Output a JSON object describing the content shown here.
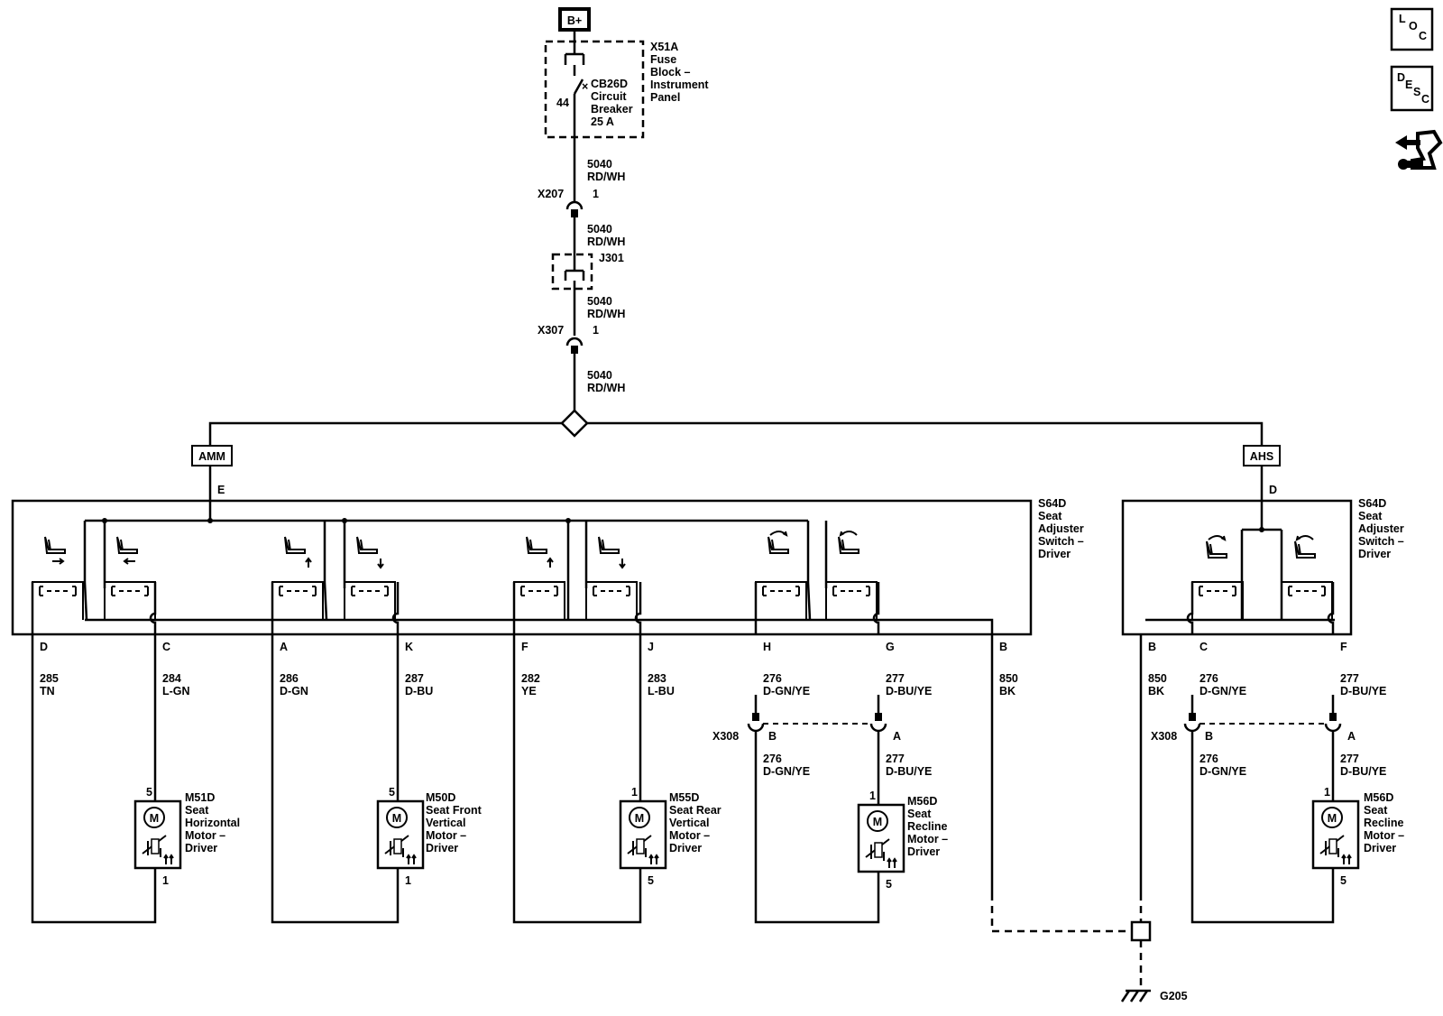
{
  "power": {
    "label": "B+"
  },
  "fuse_block": {
    "ref": "X51A",
    "lines": [
      "Fuse",
      "Block –",
      "Instrument",
      "Panel"
    ]
  },
  "circuit_breaker": {
    "pin": "44",
    "lines": [
      "CB26D",
      "Circuit",
      "Breaker",
      "25 A"
    ]
  },
  "feed_wire": {
    "circuit": "5040",
    "color": "RD/WH"
  },
  "connectors": {
    "x207": {
      "ref": "X207",
      "pin": "1"
    },
    "j301": {
      "ref": "J301"
    },
    "x307": {
      "ref": "X307",
      "pin": "1"
    },
    "x308_left": {
      "ref": "X308",
      "pin_b": "B",
      "pin_a": "A"
    },
    "x308_right": {
      "ref": "X308",
      "pin_b": "B",
      "pin_a": "A"
    }
  },
  "options": {
    "left": "AMM",
    "right": "AHS"
  },
  "left_switch": {
    "input_pin": "E",
    "lines": [
      "S64D",
      "Seat",
      "Adjuster",
      "Switch –",
      "Driver"
    ],
    "ground": {
      "pin": "B",
      "circuit": "850",
      "color": "BK"
    },
    "outputs": [
      {
        "pin": "D",
        "circuit": "285",
        "color": "TN"
      },
      {
        "pin": "C",
        "circuit": "284",
        "color": "L-GN"
      },
      {
        "pin": "A",
        "circuit": "286",
        "color": "D-GN"
      },
      {
        "pin": "K",
        "circuit": "287",
        "color": "D-BU"
      },
      {
        "pin": "F",
        "circuit": "282",
        "color": "YE"
      },
      {
        "pin": "J",
        "circuit": "283",
        "color": "L-BU"
      },
      {
        "pin": "H",
        "circuit": "276",
        "color": "D-GN/YE"
      },
      {
        "pin": "G",
        "circuit": "277",
        "color": "D-BU/YE"
      }
    ]
  },
  "right_switch": {
    "input_pin": "D",
    "lines": [
      "S64D",
      "Seat",
      "Adjuster",
      "Switch –",
      "Driver"
    ],
    "ground": {
      "pin": "B",
      "circuit": "850",
      "color": "BK"
    },
    "outputs": [
      {
        "pin": "C",
        "circuit": "276",
        "color": "D-GN/YE"
      },
      {
        "pin": "F",
        "circuit": "277",
        "color": "D-BU/YE"
      }
    ]
  },
  "x308_wires": {
    "left_b": {
      "circuit": "276",
      "color": "D-GN/YE"
    },
    "left_a": {
      "circuit": "277",
      "color": "D-BU/YE"
    },
    "right_b": {
      "circuit": "276",
      "color": "D-GN/YE"
    },
    "right_a": {
      "circuit": "277",
      "color": "D-BU/YE"
    }
  },
  "motors": [
    {
      "ref": "M51D",
      "symbol": "M",
      "pin_top": "5",
      "pin_bottom": "1",
      "lines": [
        "Seat",
        "Horizontal",
        "Motor –",
        "Driver"
      ]
    },
    {
      "ref": "M50D",
      "symbol": "M",
      "pin_top": "5",
      "pin_bottom": "1",
      "lines": [
        "Seat Front",
        "Vertical",
        "Motor –",
        "Driver"
      ]
    },
    {
      "ref": "M55D",
      "symbol": "M",
      "pin_top": "1",
      "pin_bottom": "5",
      "lines": [
        "Seat Rear",
        "Vertical",
        "Motor –",
        "Driver"
      ]
    },
    {
      "ref": "M56D",
      "symbol": "M",
      "pin_top": "1",
      "pin_bottom": "5",
      "lines": [
        "Seat",
        "Recline",
        "Motor –",
        "Driver"
      ]
    },
    {
      "ref": "M56D",
      "symbol": "M",
      "pin_top": "1",
      "pin_bottom": "5",
      "lines": [
        "Seat",
        "Recline",
        "Motor –",
        "Driver"
      ]
    }
  ],
  "ground": {
    "ref": "G205"
  },
  "side_icons": {
    "loc": {
      "letters": [
        "L",
        "O",
        "C"
      ],
      "icon": "location-view-icon"
    },
    "desc": {
      "letters": [
        "D",
        "E",
        "S",
        "C"
      ],
      "icon": "description-view-icon"
    },
    "nav": {
      "icon": "navigation-arrows-icon"
    }
  }
}
